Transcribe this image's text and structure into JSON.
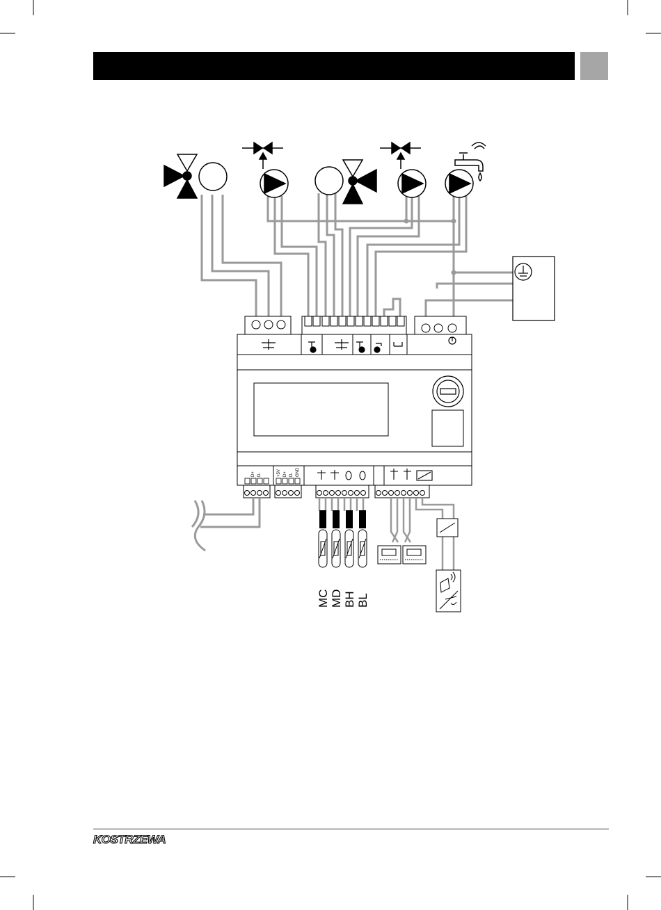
{
  "document": {
    "brand_logo": "KOSTRZEWA"
  },
  "diagram": {
    "sensor_labels": [
      "MC",
      "MD",
      "BH",
      "BL"
    ],
    "bus_terminal_labels": [
      "D+",
      "D-"
    ],
    "panel_terminal_labels": [
      "+5V",
      "D+",
      "D-",
      "GND"
    ]
  }
}
